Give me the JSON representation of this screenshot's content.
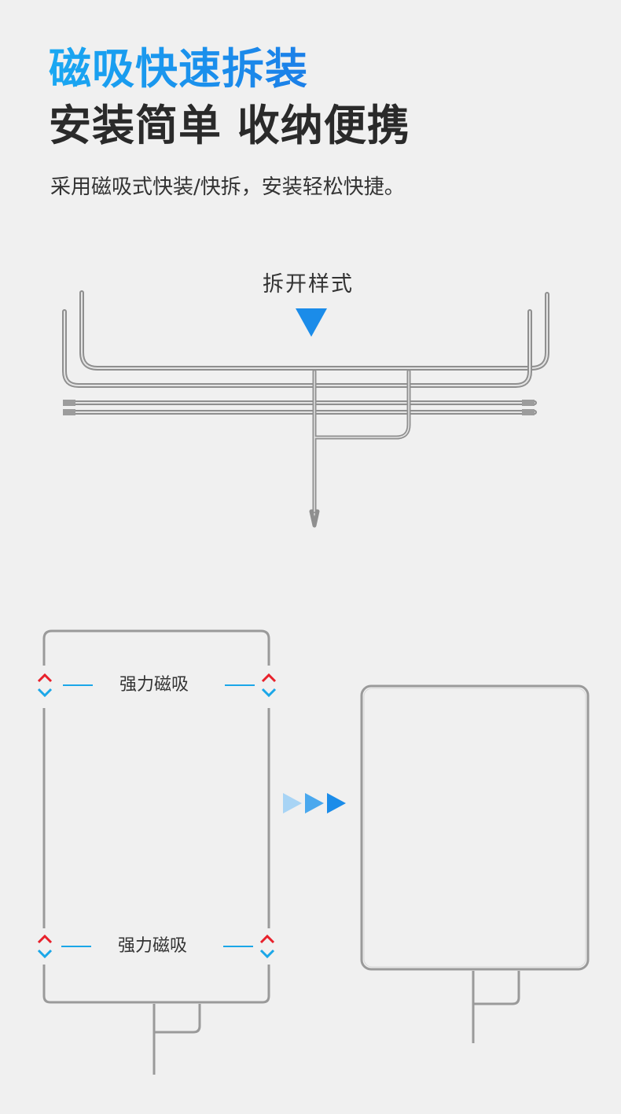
{
  "header": {
    "title_line1": "磁吸快速拆装",
    "title_line2": "安装简单 收纳便携",
    "subtitle": "采用磁吸式快装/快拆，安装轻松快捷。"
  },
  "exploded_view": {
    "label": "拆开样式"
  },
  "assembly": {
    "magnet_label_top": "强力磁吸",
    "magnet_label_bottom": "强力磁吸"
  },
  "icons": [
    "down-triangle-icon",
    "magnet-arrow-icon",
    "forward-arrows-icon"
  ],
  "colors": {
    "title_blue": "#1b8ce9",
    "accent_blue": "#1a9ae6",
    "magnet_red": "#e8212b",
    "magnet_blue": "#1ba7e8",
    "frame": "#9a9a9a"
  }
}
